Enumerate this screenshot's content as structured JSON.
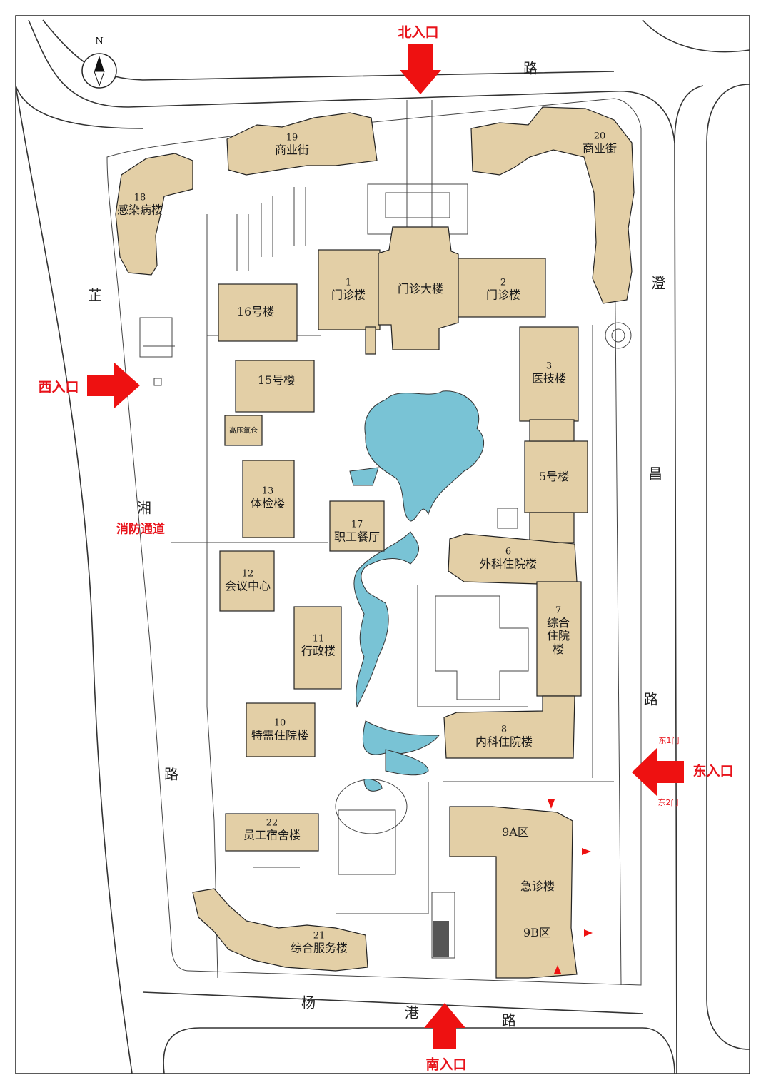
{
  "compass": {
    "north_label": "N"
  },
  "roads": {
    "north": "路",
    "west": [
      "芷",
      "湘",
      "路"
    ],
    "east": [
      "澄",
      "昌",
      "路"
    ],
    "south": [
      "杨",
      "港",
      "路"
    ]
  },
  "entrances": {
    "north": "北入口",
    "west": "西入口",
    "east": "东入口",
    "south": "南入口",
    "fire_lane": "消防通道",
    "east_gate_1": "东1门",
    "east_gate_2": "东2门"
  },
  "buildings": [
    {
      "id": "b1",
      "num": "1",
      "name": "门诊楼"
    },
    {
      "id": "bmain",
      "num": "",
      "name": "门诊大楼"
    },
    {
      "id": "b2",
      "num": "2",
      "name": "门诊楼"
    },
    {
      "id": "b3",
      "num": "3",
      "name": "医技楼"
    },
    {
      "id": "b5",
      "num": "",
      "name": "5号楼"
    },
    {
      "id": "b6",
      "num": "6",
      "name": "外科住院楼"
    },
    {
      "id": "b7",
      "num": "7",
      "name": "综合住院楼"
    },
    {
      "id": "b8",
      "num": "8",
      "name": "内科住院楼"
    },
    {
      "id": "b9a",
      "num": "",
      "name": "9A区"
    },
    {
      "id": "bemg",
      "num": "",
      "name": "急诊楼"
    },
    {
      "id": "b9b",
      "num": "",
      "name": "9B区"
    },
    {
      "id": "b10",
      "num": "10",
      "name": "特需住院楼"
    },
    {
      "id": "b11",
      "num": "11",
      "name": "行政楼"
    },
    {
      "id": "b12",
      "num": "12",
      "name": "会议中心"
    },
    {
      "id": "b13",
      "num": "13",
      "name": "体检楼"
    },
    {
      "id": "b15",
      "num": "",
      "name": "15号楼"
    },
    {
      "id": "b16",
      "num": "",
      "name": "16号楼"
    },
    {
      "id": "b17",
      "num": "17",
      "name": "职工餐厅"
    },
    {
      "id": "b18",
      "num": "18",
      "name": "感染病楼"
    },
    {
      "id": "b19",
      "num": "19",
      "name": "商业街"
    },
    {
      "id": "b20",
      "num": "20",
      "name": "商业街"
    },
    {
      "id": "b21",
      "num": "21",
      "name": "综合服务楼"
    },
    {
      "id": "b22",
      "num": "22",
      "name": "员工宿舍楼"
    },
    {
      "id": "bstore",
      "num": "",
      "name": "高压氧仓"
    }
  ],
  "colors": {
    "building": "#e3cfa6",
    "water": "#79c3d5",
    "entrance": "#e8121a"
  }
}
